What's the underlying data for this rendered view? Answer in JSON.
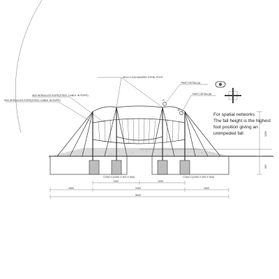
{
  "labels": {
    "post": "Ø114.3 GALVANIZED STEEL POST",
    "cable1": "Ø20 HERACLES ROPE(STEEL CABLE IN ROPE)",
    "cable2": "Ø20 HERACLES ROPE(STEEL CABLE IN ROPE)",
    "part_a": "PART DETAIL(A)",
    "part_b": "PART DETAIL(B)",
    "marker_a": "A",
    "marker_b": "B",
    "conc_left": "CONC'C(1000 X 500 X 500)",
    "conc_right": "CONC'C(1000 X 500 X 500)"
  },
  "note": {
    "line1": "For spatial networks",
    "line2": "The fall height is the highest",
    "line3": "foot position giving an",
    "line4": "unimpeded fall"
  },
  "dimensions": {
    "inner_left": "1000",
    "inner_right": "1000",
    "left": "1600",
    "center": "2400",
    "right": "1600",
    "total": "5600",
    "height_upper": "1200",
    "height_lower": "300"
  }
}
